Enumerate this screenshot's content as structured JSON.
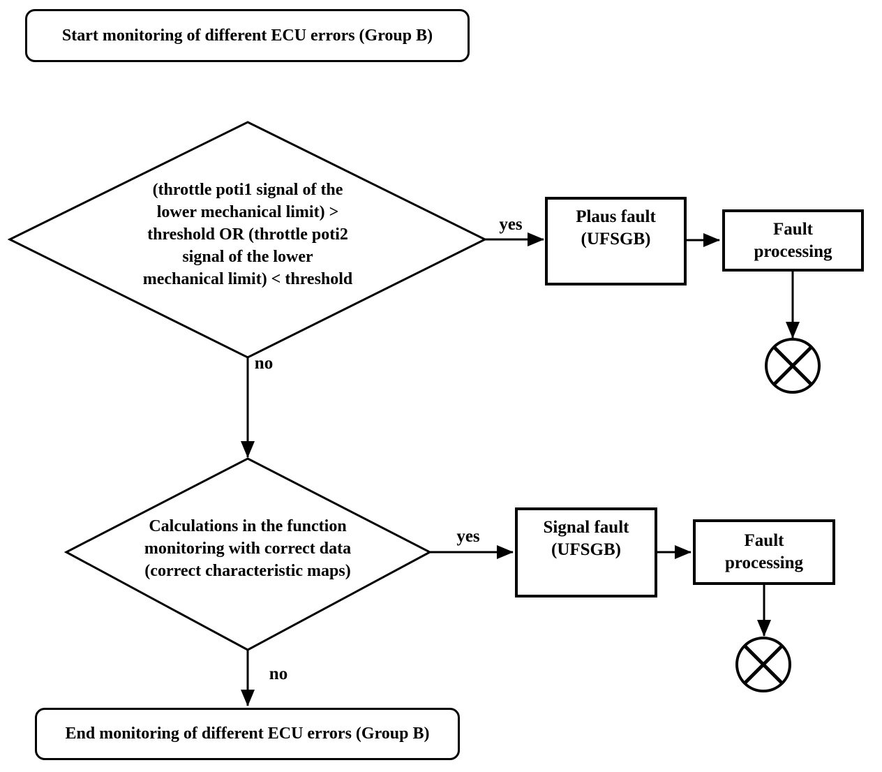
{
  "colors": {
    "ink": "#000000",
    "paper": "#ffffff"
  },
  "nodes": {
    "start": {
      "label": "Start monitoring of different ECU errors (Group B)"
    },
    "decision1": {
      "lines": [
        "(throttle poti1 signal of the",
        "lower mechanical limit) >",
        "threshold OR (throttle poti2",
        "signal of the lower",
        "mechanical limit) < threshold"
      ]
    },
    "plaus_fault": {
      "lines": [
        "Plaus fault",
        "(UFSGB)"
      ]
    },
    "fault_processing1": {
      "lines": [
        "Fault",
        "processing"
      ]
    },
    "decision2": {
      "lines": [
        "Calculations in the function",
        "monitoring with correct data",
        "(correct characteristic maps)"
      ]
    },
    "signal_fault": {
      "lines": [
        "Signal fault",
        "(UFSGB)"
      ]
    },
    "fault_processing2": {
      "lines": [
        "Fault",
        "processing"
      ]
    },
    "end": {
      "label": "End monitoring of different ECU errors (Group B)"
    }
  },
  "edge_labels": {
    "yes1": "yes",
    "no1": "no",
    "yes2": "yes",
    "no2": "no"
  }
}
